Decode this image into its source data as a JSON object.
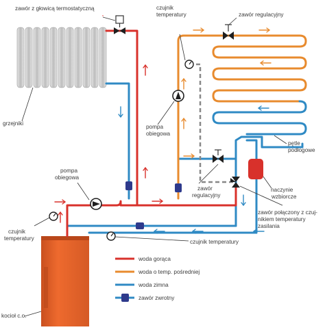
{
  "labels": {
    "valve_thermostatic": "zawór z głowicą termostatyczną",
    "sensor_top_1": "czujnik",
    "sensor_top_2": "temperatury",
    "control_valve_top": "zawór regulacyjny",
    "radiators": "grzejniki",
    "pump_upper_1": "pompa",
    "pump_upper_2": "obiegowa",
    "floor_loops_1": "pętle",
    "floor_loops_2": "podłogowe",
    "pump_lower_1": "pompa",
    "pump_lower_2": "obiegowa",
    "control_valve_mid_1": "zawór",
    "control_valve_mid_2": "regulacyjny",
    "expansion_1": "naczynie",
    "expansion_2": "wzbiorcze",
    "mixing_valve_1": "zawór połączony z czuj-",
    "mixing_valve_2": "nikiem temperatury",
    "mixing_valve_3": "zasilania",
    "sensor_left_1": "czujnik",
    "sensor_left_2": "temperatury",
    "sensor_bottom": "czujnik temperatury",
    "boiler": "kocioł c.o."
  },
  "legend": [
    {
      "label": "woda gorąca",
      "color": "#d8312b",
      "kind": "line"
    },
    {
      "label": "woda o temp. pośredniej",
      "color": "#e88b2e",
      "kind": "line"
    },
    {
      "label": "woda zimna",
      "color": "#2f8ac4",
      "kind": "line"
    },
    {
      "label": "zawór zwrotny",
      "color": "#2e3a8c",
      "kind": "check"
    }
  ],
  "colors": {
    "hot": "#d8312b",
    "mid": "#e88b2e",
    "cold": "#2f8ac4",
    "check_valve": "#2e3a8c",
    "boiler": "#e8612b",
    "radiator": "#c9c9c9",
    "expansion": "#d8312b",
    "sensor_line": "#888888"
  }
}
